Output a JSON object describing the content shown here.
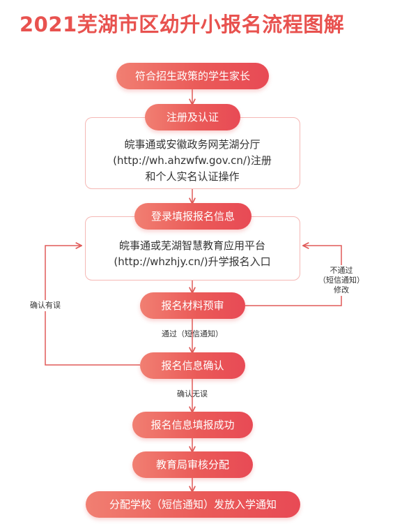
{
  "title": "2021芜湖市区幼升小报名流程图解",
  "steps": {
    "s1": "符合招生政策的学生家长",
    "s2": "注册及认证",
    "s3": "登录填报报名信息",
    "s4": "报名材料预审",
    "s5": "报名信息确认",
    "s6": "报名信息填报成功",
    "s7": "教育局审核分配",
    "s8": "分配学校（短信通知）发放入学通知"
  },
  "box1": {
    "line1": "皖事通或安徽政务网芜湖分厅",
    "line2": "(http://wh.ahzwfw.gov.cn/)注册",
    "line3": "和个人实名认证操作"
  },
  "box2": {
    "line1": "皖事通或芜湖智慧教育应用平台",
    "line2": "(http://whzhjy.cn/)升学报名入口"
  },
  "labels": {
    "pass": "通过（短信通知）",
    "confirm_ok": "确认无误",
    "confirm_err": "确认有误",
    "fail_line1": "不通过",
    "fail_line2": "（短信通知）",
    "fail_line3": "修改"
  },
  "colors": {
    "accent": "#e8524f",
    "arrow": "#e05a58",
    "box_border": "#f5b7b4"
  }
}
